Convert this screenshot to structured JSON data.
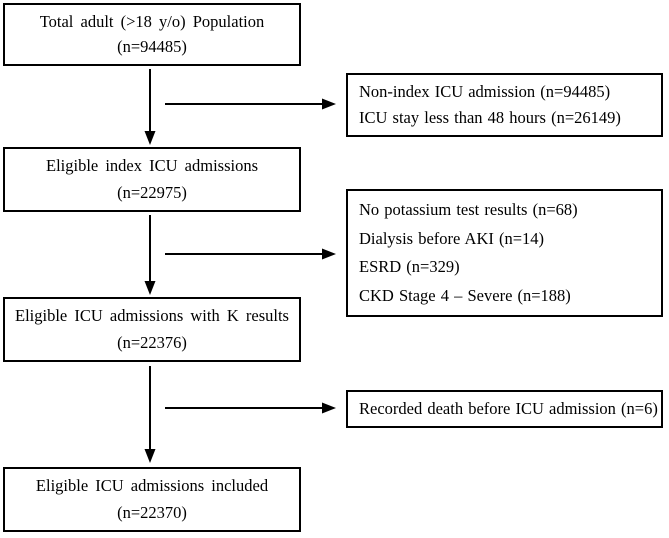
{
  "flowchart": {
    "main_boxes": [
      {
        "label": "Total adult (>18 y/o) Population",
        "count": "(n=94485)"
      },
      {
        "label": "Eligible index ICU admissions",
        "count": "(n=22975)"
      },
      {
        "label": "Eligible ICU admissions with K results",
        "count": "(n=22376)"
      },
      {
        "label": "Eligible ICU admissions included",
        "count": "(n=22370)"
      }
    ],
    "exclusion_boxes": [
      {
        "lines": [
          "Non-index ICU admission (n=94485)",
          "ICU stay less than 48 hours (n=26149)"
        ]
      },
      {
        "lines": [
          "No potassium test results (n=68)",
          "Dialysis before AKI (n=14)",
          "ESRD (n=329)",
          "CKD Stage 4 – Severe (n=188)"
        ]
      },
      {
        "lines": [
          "Recorded death before ICU admission (n=6)"
        ]
      }
    ],
    "colors": {
      "border": "#000000",
      "text": "#000000",
      "background": "#ffffff",
      "arrow": "#000000"
    }
  }
}
